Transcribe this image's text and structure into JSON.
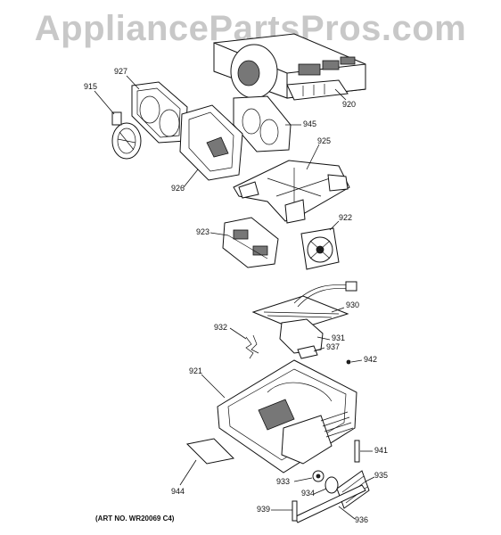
{
  "watermark": "AppliancePartsPros.com",
  "art_number": "(ART NO. WR20069 C4)",
  "parts": {
    "p915": "915",
    "p927": "927",
    "p920": "920",
    "p945": "945",
    "p925": "925",
    "p926": "926",
    "p923": "923",
    "p922": "922",
    "p930": "930",
    "p932": "932",
    "p931": "931",
    "p937": "937",
    "p942": "942",
    "p921": "921",
    "p941": "941",
    "p944": "944",
    "p935": "935",
    "p933": "933",
    "p934": "934",
    "p939": "939",
    "p936": "936"
  }
}
